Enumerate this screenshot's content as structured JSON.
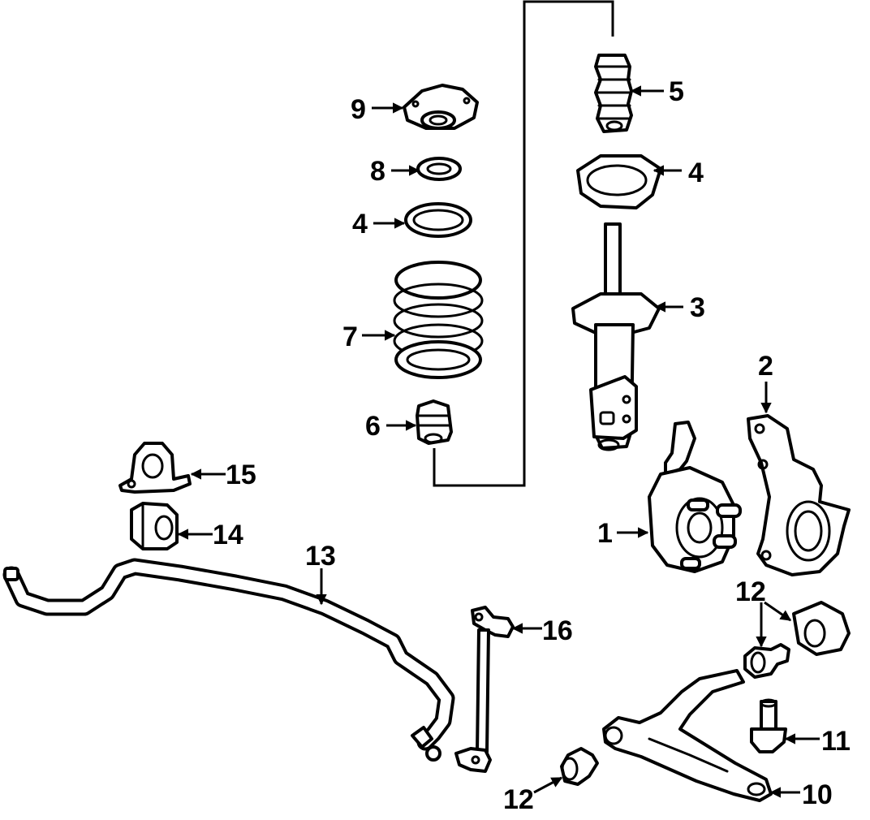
{
  "diagram": {
    "callouts": [
      {
        "id": "c1",
        "label": "1"
      },
      {
        "id": "c2",
        "label": "2"
      },
      {
        "id": "c3",
        "label": "3"
      },
      {
        "id": "c4a",
        "label": "4"
      },
      {
        "id": "c4b",
        "label": "4"
      },
      {
        "id": "c5",
        "label": "5"
      },
      {
        "id": "c6",
        "label": "6"
      },
      {
        "id": "c7",
        "label": "7"
      },
      {
        "id": "c8",
        "label": "8"
      },
      {
        "id": "c9",
        "label": "9"
      },
      {
        "id": "c10",
        "label": "10"
      },
      {
        "id": "c11",
        "label": "11"
      },
      {
        "id": "c12a",
        "label": "12"
      },
      {
        "id": "c12b",
        "label": "12"
      },
      {
        "id": "c13",
        "label": "13"
      },
      {
        "id": "c14",
        "label": "14"
      },
      {
        "id": "c15",
        "label": "15"
      },
      {
        "id": "c16",
        "label": "16"
      }
    ]
  }
}
